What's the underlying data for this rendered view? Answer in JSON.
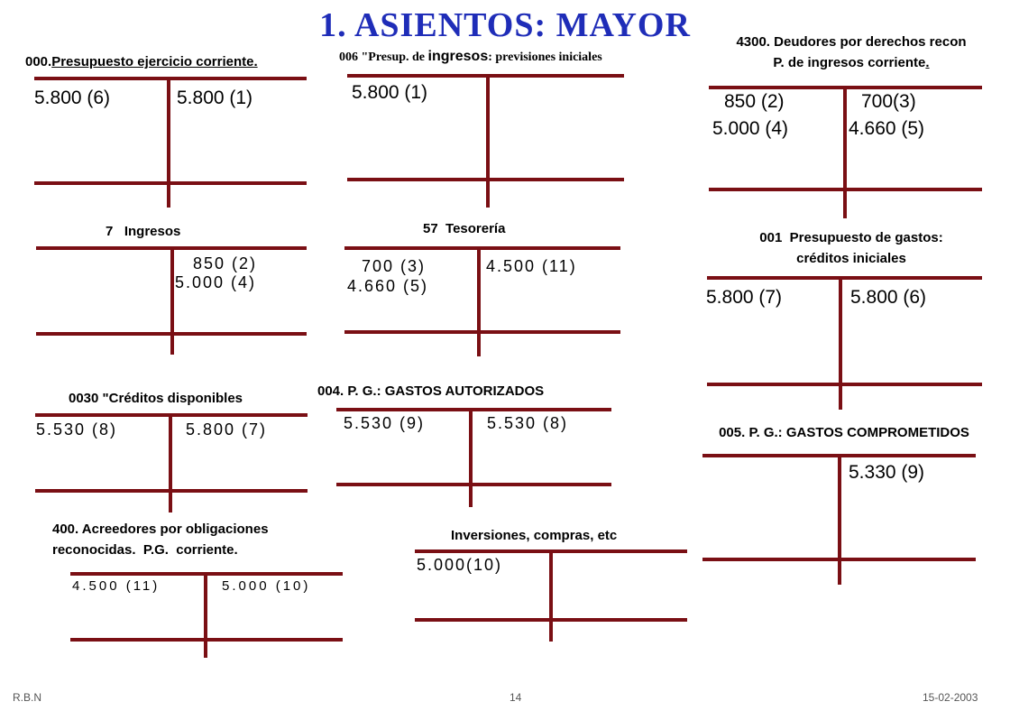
{
  "slide_title": "1. ASIENTOS: MAYOR",
  "accounts": [
    {
      "title_prefix": "000.",
      "title": "Presupuesto ejercicio corriente.",
      "debit": [
        "5.800 (6)"
      ],
      "credit": [
        "5.800 (1)"
      ]
    },
    {
      "title_a": "006 \"Presup. de ",
      "title_b": "ingresos",
      "title_c": ": previsiones iniciales",
      "debit": [
        "5.800 (1)"
      ],
      "credit": []
    },
    {
      "title_line1": "4300. Deudores por derechos recon",
      "title_line2": "P. de ingresos corriente",
      "title_line2_dot": ".",
      "debit": [
        "850 (2)",
        "5.000 (4)"
      ],
      "credit": [
        "700(3)",
        "4.660 (5)"
      ]
    },
    {
      "title": "7   Ingresos",
      "debit": [],
      "credit": [
        "850 (2)",
        "5.000 (4)"
      ]
    },
    {
      "title": "57  Tesorería",
      "debit": [
        "700 (3)",
        "4.660 (5)"
      ],
      "credit": [
        "4.500 (11)"
      ]
    },
    {
      "title_line1": "001  Presupuesto de gastos:",
      "title_line2": "créditos iniciales",
      "debit": [
        "5.800 (7)"
      ],
      "credit": [
        "5.800 (6)"
      ]
    },
    {
      "title": "0030 \"Créditos disponibles",
      "debit": [
        "5.530 (8)"
      ],
      "credit": [
        "5.800 (7)"
      ]
    },
    {
      "title": "004. P. G.: GASTOS AUTORIZADOS",
      "debit": [
        "5.530 (9)"
      ],
      "credit": [
        "5.530 (8)"
      ]
    },
    {
      "title": "005. P. G.: GASTOS COMPROMETIDOS",
      "debit": [],
      "credit": [
        "5.330 (9)"
      ]
    },
    {
      "title_line1": "400. Acreedores por obligaciones",
      "title_line2": "reconocidas.  P.G.  corriente.",
      "debit": [
        "4.500 (11)"
      ],
      "credit": [
        "5.000 (10)"
      ]
    },
    {
      "title": "Inversiones, compras, etc",
      "debit": [
        "5.000(10)"
      ],
      "credit": []
    }
  ],
  "footer": {
    "author": "R.B.N",
    "page": "14",
    "date": "15-02-2003"
  }
}
